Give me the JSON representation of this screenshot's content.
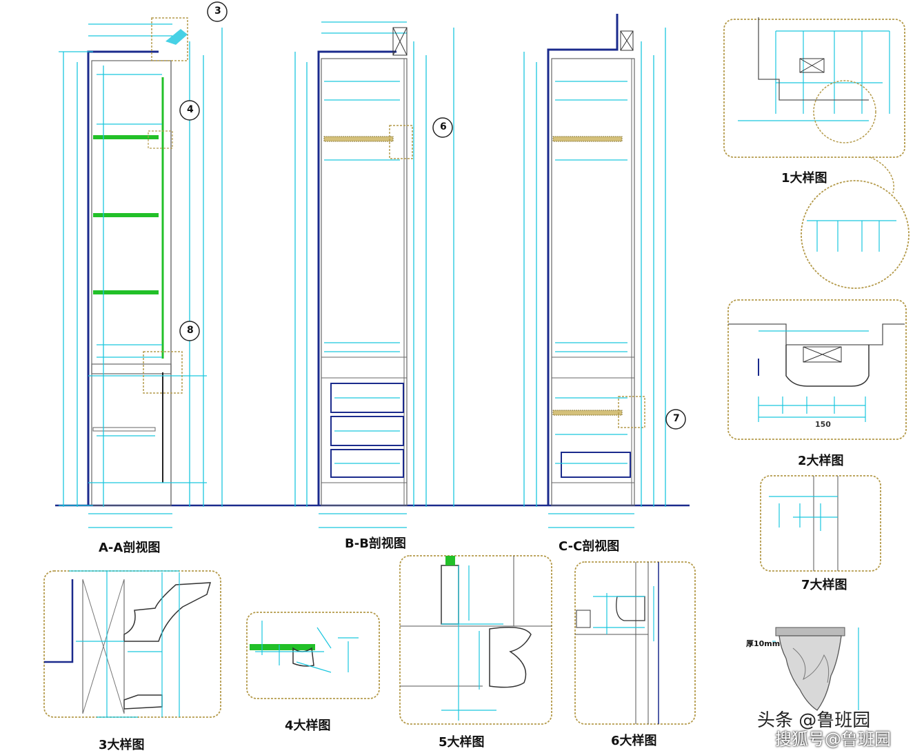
{
  "views": {
    "aa": "A-A剖视图",
    "bb": "B-B剖视图",
    "cc": "C-C剖视图"
  },
  "details": {
    "d1": "1大样图",
    "d2": "2大样图",
    "d3": "3大样图",
    "d4": "4大样图",
    "d5": "5大样图",
    "d6": "6大样图",
    "d7": "7大样图"
  },
  "callouts": [
    "3",
    "4",
    "8",
    "6",
    "7"
  ],
  "notes": {
    "thickness": "厚10mm"
  },
  "dims": {
    "d2_bottom": "150"
  },
  "watermark": {
    "line1": "头条 @鲁班园",
    "line2": "搜狐号@鲁班园"
  },
  "colors": {
    "dimension": "#19c6de",
    "outline": "#1a2a8c",
    "shelf": "#22c028",
    "detail_border": "#b49a4a",
    "line": "#555555"
  }
}
